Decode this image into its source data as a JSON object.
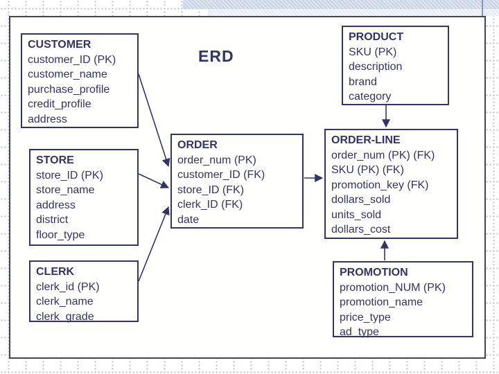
{
  "slide": {
    "title": "ERD"
  },
  "entities": [
    {
      "id": "customer",
      "title": "CUSTOMER",
      "attributes": [
        "customer_ID (PK)",
        "customer_name",
        "purchase_profile",
        "credit_profile",
        "address"
      ]
    },
    {
      "id": "store",
      "title": "STORE",
      "attributes": [
        "store_ID (PK)",
        "store_name",
        "address",
        "district",
        "floor_type"
      ]
    },
    {
      "id": "clerk",
      "title": "CLERK",
      "attributes": [
        "clerk_id (PK)",
        "clerk_name",
        "clerk_grade"
      ]
    },
    {
      "id": "order",
      "title": "ORDER",
      "attributes": [
        "order_num (PK)",
        "customer_ID (FK)",
        "store_ID (FK)",
        "clerk_ID (FK)",
        "date"
      ]
    },
    {
      "id": "product",
      "title": "PRODUCT",
      "attributes": [
        "SKU (PK)",
        "description",
        "brand",
        "category"
      ]
    },
    {
      "id": "order-line",
      "title": "ORDER-LINE",
      "attributes": [
        "order_num (PK) (FK)",
        "SKU (PK) (FK)",
        "promotion_key (FK)",
        "dollars_sold",
        "units_sold",
        "dollars_cost"
      ]
    },
    {
      "id": "promotion",
      "title": "PROMOTION",
      "attributes": [
        "promotion_NUM (PK)",
        "promotion_name",
        "price_type",
        "ad_type"
      ]
    }
  ],
  "relationships": [
    {
      "from": "customer",
      "to": "order"
    },
    {
      "from": "store",
      "to": "order"
    },
    {
      "from": "clerk",
      "to": "order"
    },
    {
      "from": "order",
      "to": "order-line"
    },
    {
      "from": "product",
      "to": "order-line"
    },
    {
      "from": "promotion",
      "to": "order-line"
    }
  ],
  "colors": {
    "text": "#333366",
    "entity_border": "#333366",
    "slide_border": "#45454f",
    "top_band": "#c7d2e3",
    "accent_line": "#8196c4",
    "grid_dot": "#c2c8d2"
  }
}
